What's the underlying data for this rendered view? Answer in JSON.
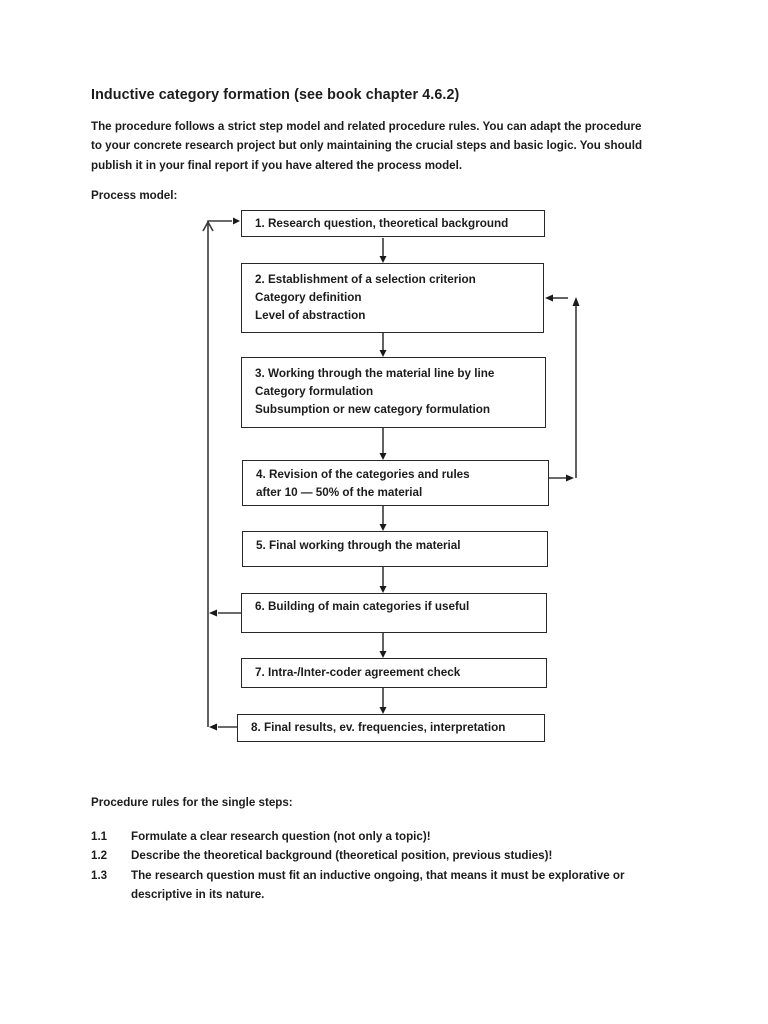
{
  "document": {
    "title": "Inductive category formation (see book chapter 4.6.2)",
    "intro": "The procedure follows a strict step model and related procedure rules. You can adapt the procedure\nto your concrete research project but only maintaining the crucial steps and basic logic. You should\npublish it in your final report if you have altered the process model.",
    "process_model_label": "Process model:"
  },
  "flowchart": {
    "steps": [
      {
        "text": "1. Research question, theoretical background"
      },
      {
        "text": "2. Establishment of a selection criterion\nCategory definition\nLevel of abstraction"
      },
      {
        "text": "3. Working through the material line by line\nCategory formulation\nSubsumption or new category formulation"
      },
      {
        "text": "4. Revision of the categories and rules\nafter 10 — 50% of the material"
      },
      {
        "text": "5. Final working through the material"
      },
      {
        "text": "6. Building of main categories if useful"
      },
      {
        "text": "7. Intra-/Inter-coder agreement check"
      },
      {
        "text": "8. Final results, ev. frequencies, interpretation"
      }
    ],
    "connections": [
      {
        "from": 1,
        "to": 2,
        "type": "forward"
      },
      {
        "from": 2,
        "to": 3,
        "type": "forward"
      },
      {
        "from": 3,
        "to": 4,
        "type": "forward"
      },
      {
        "from": 4,
        "to": 5,
        "type": "forward"
      },
      {
        "from": 5,
        "to": 6,
        "type": "forward"
      },
      {
        "from": 6,
        "to": 7,
        "type": "forward"
      },
      {
        "from": 7,
        "to": 8,
        "type": "forward"
      },
      {
        "from": 4,
        "to": 2,
        "type": "feedback-right"
      },
      {
        "from": 6,
        "to": 1,
        "type": "feedback-left"
      },
      {
        "from": 8,
        "to": 1,
        "type": "feedback-left"
      }
    ]
  },
  "rules": {
    "heading": "Procedure rules for the single steps:",
    "items": [
      {
        "num": "1.1",
        "text": "Formulate a clear research question (not only a topic)!"
      },
      {
        "num": "1.2",
        "text": "Describe the theoretical background (theoretical position, previous studies)!"
      },
      {
        "num": "1.3",
        "text": "The research question must fit an inductive ongoing, that means it must be explorative or\ndescriptive in its nature."
      }
    ]
  },
  "colors": {
    "text": "#1c1c1c",
    "box_border": "#282828",
    "arrow_line": "#3a3a3a",
    "background": "#ffffff"
  }
}
